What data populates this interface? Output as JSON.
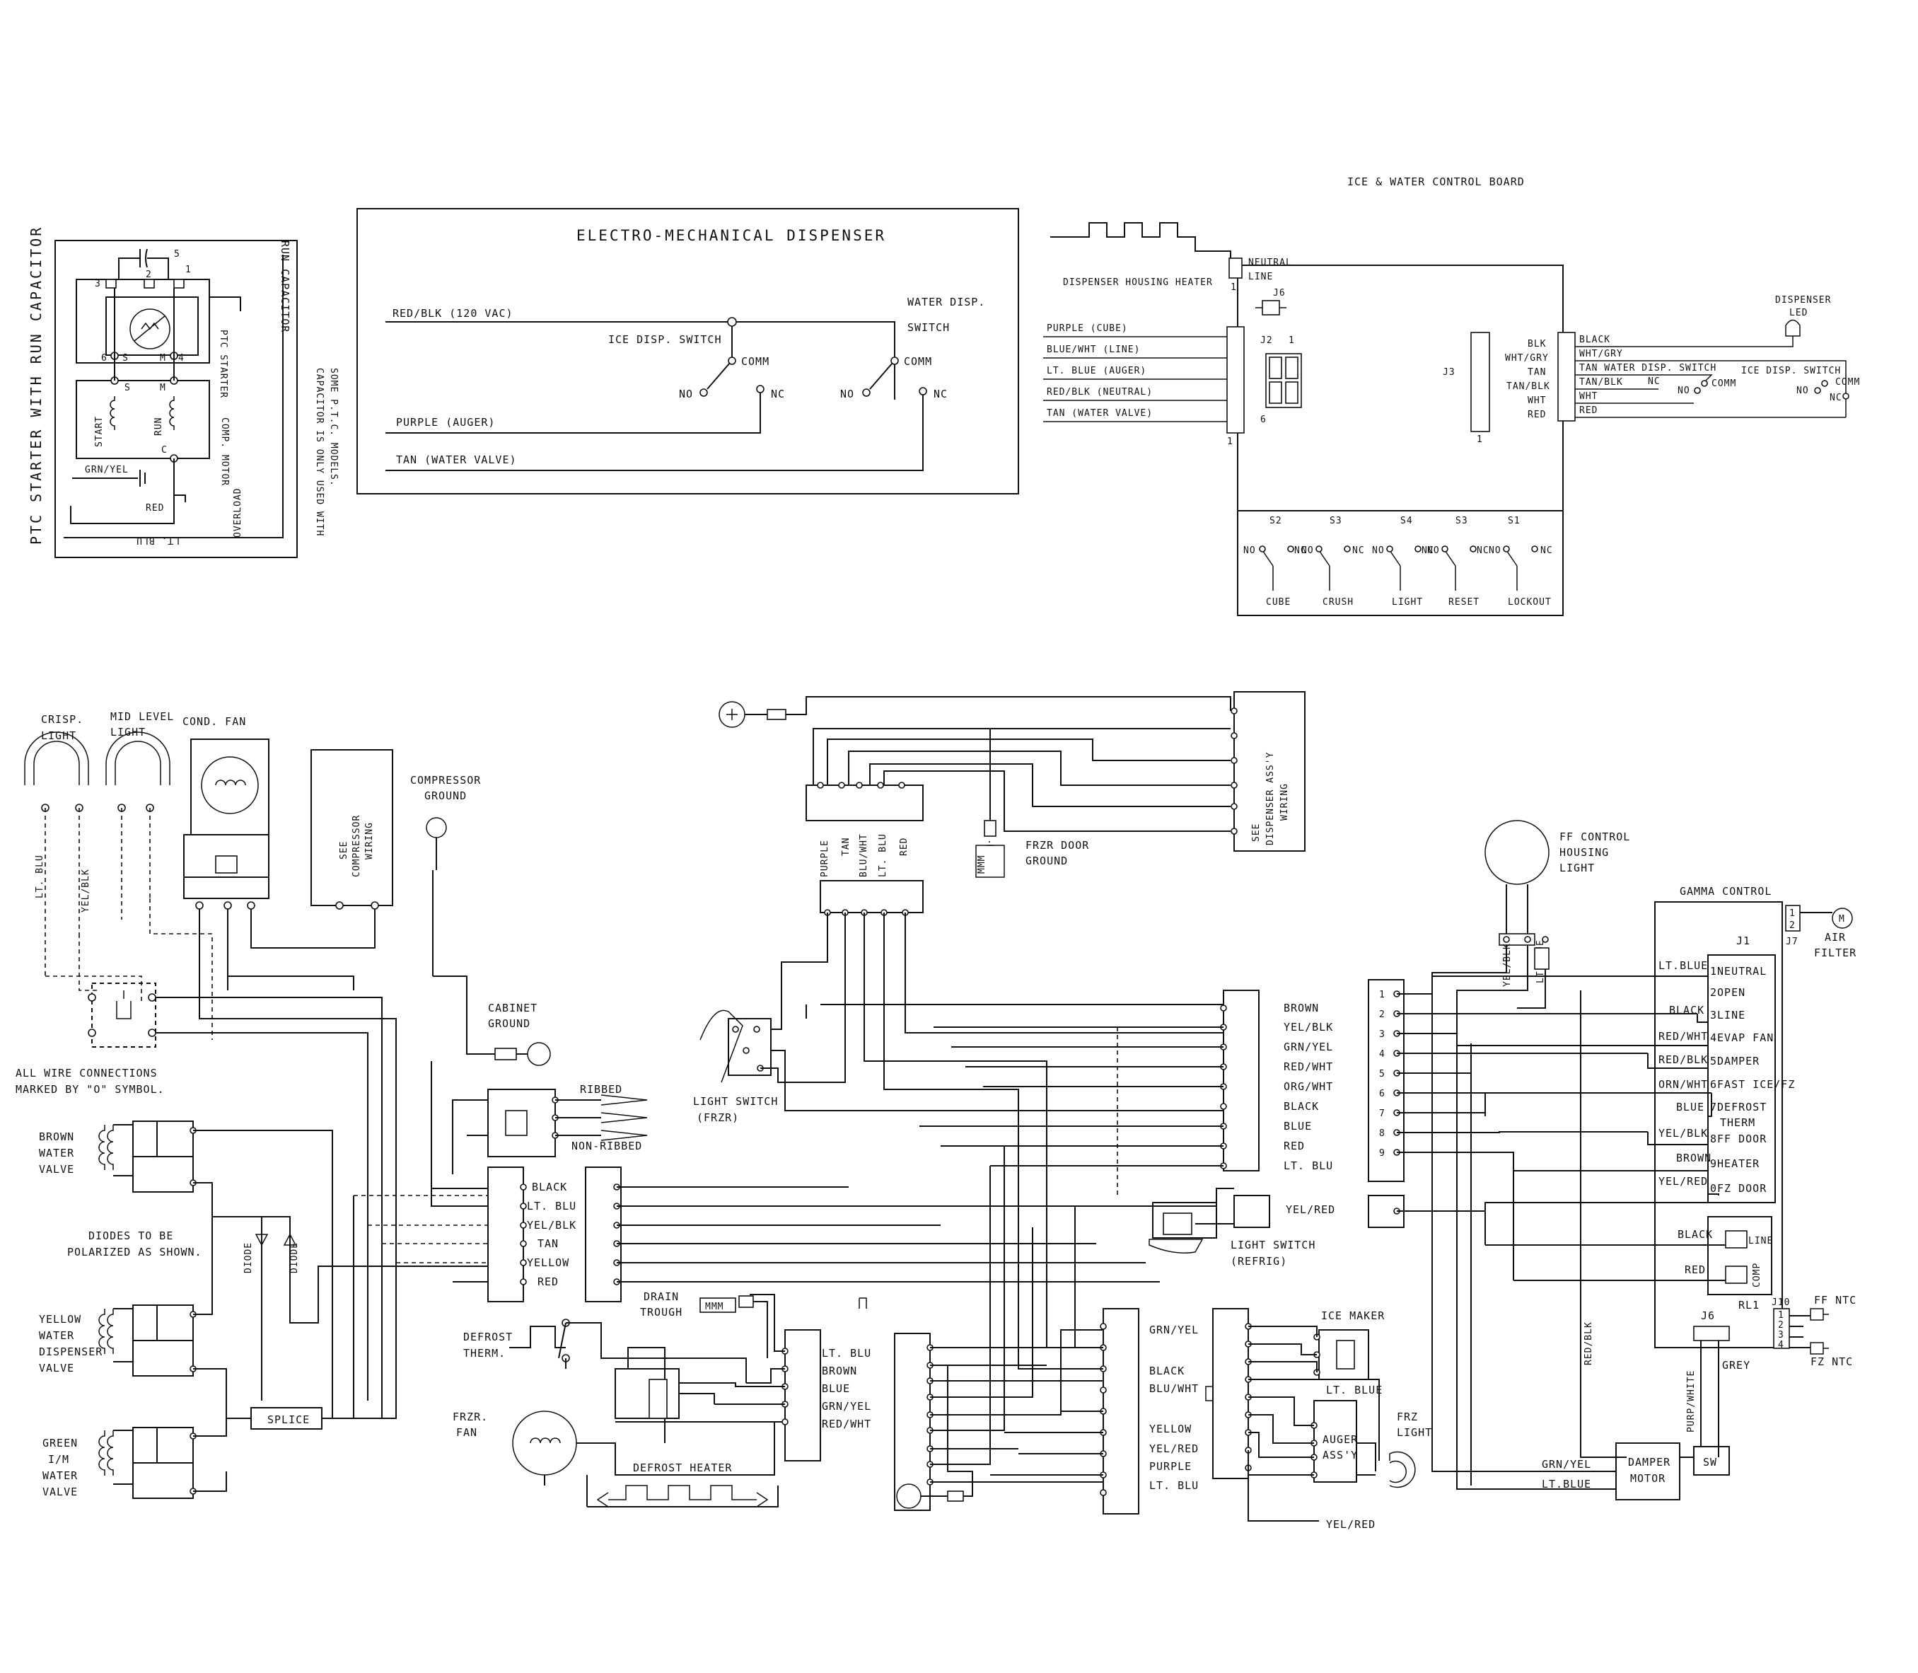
{
  "ptc": {
    "title": "PTC STARTER WITH RUN CAPACITOR",
    "run_capacitor": "RUN CAPACITOR",
    "ptc_starter": "PTC STARTER",
    "comp_motor": "COMP. MOTOR",
    "start": "START",
    "run": "RUN",
    "overload": "OVERLOAD",
    "grn_yel": "GRN/YEL",
    "red": "RED",
    "lt_blu": "LT. BLU",
    "note": "CAPACITOR IS ONLY USED WITH",
    "note2": "SOME P.T.C. MODELS.",
    "term_s": "S",
    "term_m": "M",
    "term_c": "C",
    "t1": "1",
    "t2": "2",
    "t3": "3",
    "t5": "5",
    "t6": "6",
    "t4": "4"
  },
  "emd": {
    "title": "ELECTRO-MECHANICAL DISPENSER",
    "red_blk": "RED/BLK (120 VAC)",
    "ice_switch": "ICE DISP. SWITCH",
    "water_switch": "WATER DISP.",
    "water_switch2": "SWITCH",
    "comm": "COMM",
    "no": "NO",
    "nc": "NC",
    "purple": "PURPLE (AUGER)",
    "tan": "TAN (WATER VALVE)"
  },
  "iwcb": {
    "title": "ICE & WATER CONTROL BOARD",
    "neutral": "NEUTRAL",
    "line": "LINE",
    "housing_heater": "DISPENSER HOUSING HEATER",
    "j6": "J6",
    "j2": "J2",
    "j3": "J3",
    "one": "1",
    "six": "6",
    "left_wires": [
      "PURPLE (CUBE)",
      "BLUE/WHT (LINE)",
      "LT. BLUE (AUGER)",
      "RED/BLK (NEUTRAL)",
      "TAN (WATER VALVE)"
    ],
    "right_pins": [
      "BLK",
      "WHT/GRY",
      "TAN",
      "TAN/BLK",
      "WHT",
      "RED"
    ],
    "right_wires": [
      "BLACK",
      "WHT/GRY",
      "TAN  WATER DISP. SWITCH",
      "TAN/BLK",
      "WHT",
      "RED"
    ],
    "ice_switch": "ICE DISP. SWITCH",
    "dispenser_led": "DISPENSER",
    "led": "LED",
    "switches": [
      {
        "id": "S2",
        "label": "CUBE"
      },
      {
        "id": "S3",
        "label": "CRUSH"
      },
      {
        "id": "S4",
        "label": "LIGHT"
      },
      {
        "id": "S3",
        "label": "RESET"
      },
      {
        "id": "S1",
        "label": "LOCKOUT"
      }
    ],
    "no": "NO",
    "nc": "NC",
    "comm": "COMM"
  },
  "main": {
    "crisp_light": "CRISP.",
    "crisp_light2": "LIGHT",
    "mid_light": "MID LEVEL",
    "mid_light2": "LIGHT",
    "cond_fan": "COND. FAN",
    "see_comp": "SEE",
    "see_comp2": "COMPRESSOR",
    "see_comp3": "WIRING",
    "comp_ground": "COMPRESSOR",
    "comp_ground2": "GROUND",
    "lt_blu": "LT. BLU",
    "yel_blk": "YEL/BLK",
    "all_wire": "ALL WIRE CONNECTIONS",
    "all_wire2": "MARKED BY \"O\" SYMBOL.",
    "cabinet_ground": "CABINET",
    "cabinet_ground2": "GROUND",
    "ribbed": "RIBBED",
    "non_ribbed": "NON-RIBBED",
    "brown_valve": [
      "BROWN",
      "WATER",
      "VALVE"
    ],
    "diodes": "DIODES TO BE",
    "diodes2": "POLARIZED AS SHOWN.",
    "diode": "DIODE",
    "yellow_valve": [
      "YELLOW",
      "WATER",
      "DISPENSER",
      "VALVE"
    ],
    "green_valve": [
      "GREEN",
      "I/M",
      "WATER",
      "VALVE"
    ],
    "splice": "SPLICE",
    "conn_wires": [
      "BLACK",
      "LT. BLU",
      "YEL/BLK",
      "TAN",
      "YELLOW",
      "RED"
    ],
    "drain_trough": "DRAIN",
    "drain_trough2": "TROUGH",
    "defrost_therm": "DEFROST",
    "defrost_therm2": "THERM.",
    "frzr_fan": "FRZR.",
    "frzr_fan2": "FAN",
    "defrost_heater": "DEFROST HEATER",
    "heater_wires": [
      "LT. BLU",
      "BROWN",
      "BLUE",
      "GRN/YEL",
      "RED/WHT"
    ],
    "dispenser_vert": [
      "PURPLE",
      "TAN",
      "BLU/WHT",
      "LT. BLU",
      "RED"
    ],
    "see_disp": "SEE",
    "see_disp2": "DISPENSER ASS'Y",
    "see_disp3": "WIRING",
    "frzr_door": "FRZR DOOR",
    "frzr_door2": "GROUND",
    "light_switch_frzr": "LIGHT SWITCH",
    "light_switch_frzr2": "(FRZR)",
    "center_wires": [
      "BROWN",
      "YEL/BLK",
      "GRN/YEL",
      "RED/WHT",
      "ORG/WHT",
      "BLACK",
      "BLUE",
      "RED",
      "LT. BLU"
    ],
    "yel_red": "YEL/RED",
    "light_switch_ref": "LIGHT SWITCH",
    "light_switch_ref2": "(REFRIG)",
    "mid_wires": [
      "GRN/YEL",
      "BLACK",
      "BLU/WHT",
      "YELLOW",
      "YEL/RED",
      "PURPLE",
      "LT. BLU"
    ],
    "ice_maker": "ICE MAKER",
    "lt_blue": "LT. BLUE",
    "auger": "AUGER",
    "auger2": "ASS'Y",
    "frz_light": "FRZ",
    "frz_light2": "LIGHT",
    "yel_red2": "YEL/RED",
    "mmm": "MMM",
    "conn_nums": [
      "1",
      "2",
      "3",
      "4",
      "5",
      "6",
      "7",
      "8",
      "9"
    ]
  },
  "gamma": {
    "ff_housing": "FF CONTROL",
    "ff_housing2": "HOUSING",
    "ff_housing3": "LIGHT",
    "yel_blk": "YEL/BLK",
    "lt_blue": "LT.BLUE",
    "title": "GAMMA CONTROL",
    "j1": "J1",
    "j7": "J7",
    "air_filter": "AIR",
    "air_filter2": "FILTER",
    "pins": [
      "1NEUTRAL",
      "2OPEN",
      "3LINE",
      "4EVAP FAN",
      "5DAMPER",
      "6FAST ICE/FZ",
      "7DEFROST",
      "THERM",
      "8FF DOOR",
      "9HEATER",
      "0FZ DOOR"
    ],
    "wires": [
      "LT.BLUE",
      "BLACK",
      "RED/WHT",
      "RED/BLK",
      "ORN/WHT",
      "BLUE",
      "YEL/BLK",
      "BROWN",
      "YEL/RED"
    ],
    "black": "BLACK",
    "red": "RED",
    "line": "LINE",
    "comp": "COMP",
    "rl1": "RL1",
    "j10": "J10",
    "j6": "J6",
    "ff_ntc": "FF NTC",
    "fz_ntc": "FZ NTC",
    "red_blk": "RED/BLK",
    "purp_white": "PURP/WHITE",
    "grey": "GREY",
    "grn_yel": "GRN/YEL",
    "lt_blue2": "LT.BLUE",
    "damper": "DAMPER",
    "damper2": "MOTOR",
    "sw": "SW",
    "m": "M",
    "j10_pins": [
      "1",
      "2",
      "3",
      "4"
    ],
    "j7_pins": [
      "1",
      "2"
    ]
  }
}
